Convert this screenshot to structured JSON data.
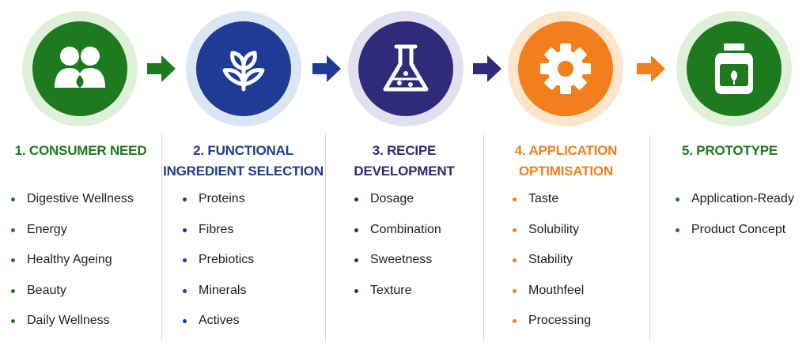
{
  "colors": {
    "green": "#1e7a1e",
    "blue": "#1f3b96",
    "purple": "#2f2a7a",
    "orange": "#f07f1c"
  },
  "steps": [
    {
      "title_lines": [
        "1. CONSUMER NEED"
      ],
      "icon": "people-icon",
      "items": [
        "Digestive Wellness",
        "Energy",
        "Healthy Ageing",
        "Beauty",
        "Daily Wellness"
      ]
    },
    {
      "title_lines": [
        "2. FUNCTIONAL",
        "INGREDIENT SELECTION"
      ],
      "icon": "sprout-icon",
      "items": [
        "Proteins",
        "Fibres",
        "Prebiotics",
        "Minerals",
        "Actives"
      ]
    },
    {
      "title_lines": [
        "3. RECIPE",
        "DEVELOPMENT"
      ],
      "icon": "flask-icon",
      "items": [
        "Dosage",
        "Combination",
        "Sweetness",
        "Texture"
      ]
    },
    {
      "title_lines": [
        "4. APPLICATION",
        "OPTIMISATION"
      ],
      "icon": "gear-icon",
      "items": [
        "Taste",
        "Solubility",
        "Stability",
        "Mouthfeel",
        "Processing"
      ]
    },
    {
      "title_lines": [
        "5. PROTOTYPE"
      ],
      "icon": "jar-icon",
      "items": [
        "Application-Ready",
        "Product Concept"
      ]
    }
  ]
}
